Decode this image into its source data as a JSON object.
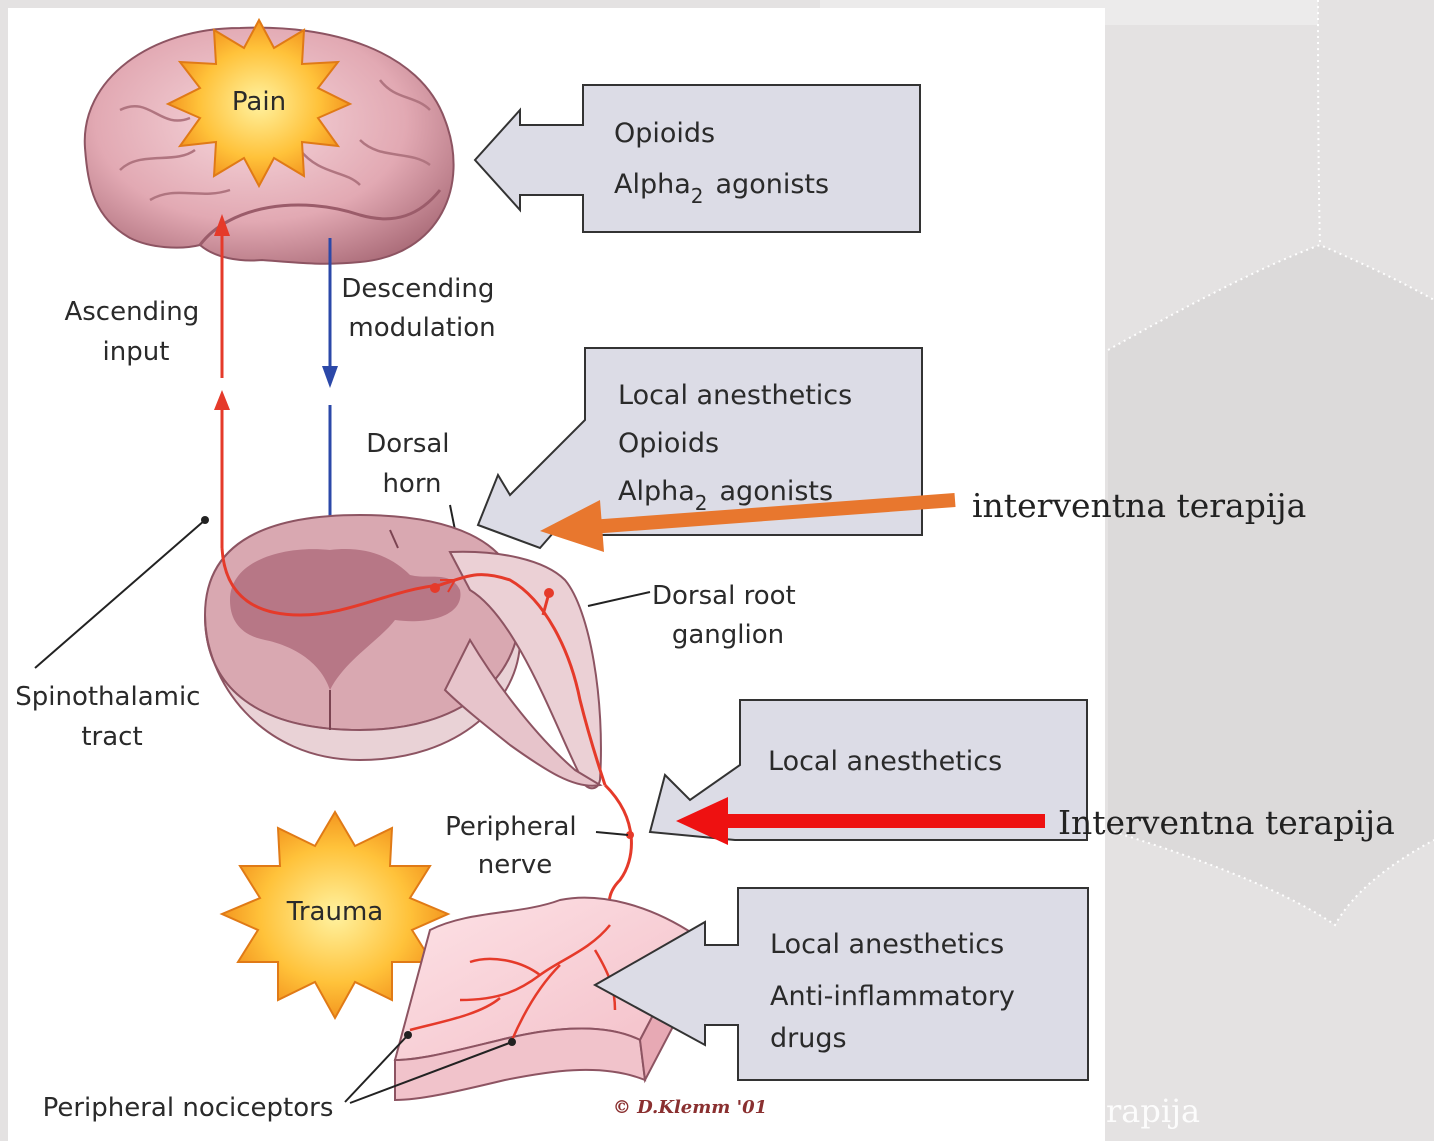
{
  "brain": {
    "burst_label": "Pain"
  },
  "labels": {
    "ascending": [
      "Ascending",
      "input"
    ],
    "descending": [
      "Descending",
      "modulation"
    ],
    "dorsal_horn": [
      "Dorsal",
      "horn"
    ],
    "dorsal_root": [
      "Dorsal root",
      "ganglion"
    ],
    "spinothalamic": [
      "Spinothalamic",
      "tract"
    ],
    "peripheral_nerve": [
      "Peripheral",
      "nerve"
    ],
    "nociceptors": "Peripheral nociceptors",
    "trauma": "Trauma",
    "credit": "© D.Klemm '01"
  },
  "drug_boxes": [
    {
      "lines": [
        "Opioids",
        "Alpha",
        "agonists"
      ],
      "subscript": "2"
    },
    {
      "lines": [
        "Local anesthetics",
        "Opioids",
        "Alpha",
        "agonists"
      ],
      "subscript": "2"
    },
    {
      "lines": [
        "Local anesthetics"
      ]
    },
    {
      "lines": [
        "Local anesthetics",
        "Anti-inflammatory",
        "drugs"
      ]
    }
  ],
  "callouts": {
    "orange": "interventna terapija",
    "red": "Interventna terapija",
    "faded": "rapija"
  },
  "colors": {
    "slide_bg": "#e4e2e2",
    "orange_arrow": "#e8772e",
    "red_arrow": "#ee1111",
    "ascending_red": "#e53a2a",
    "descending_blue": "#2b48a8",
    "box_fill": "#dcdce6"
  }
}
